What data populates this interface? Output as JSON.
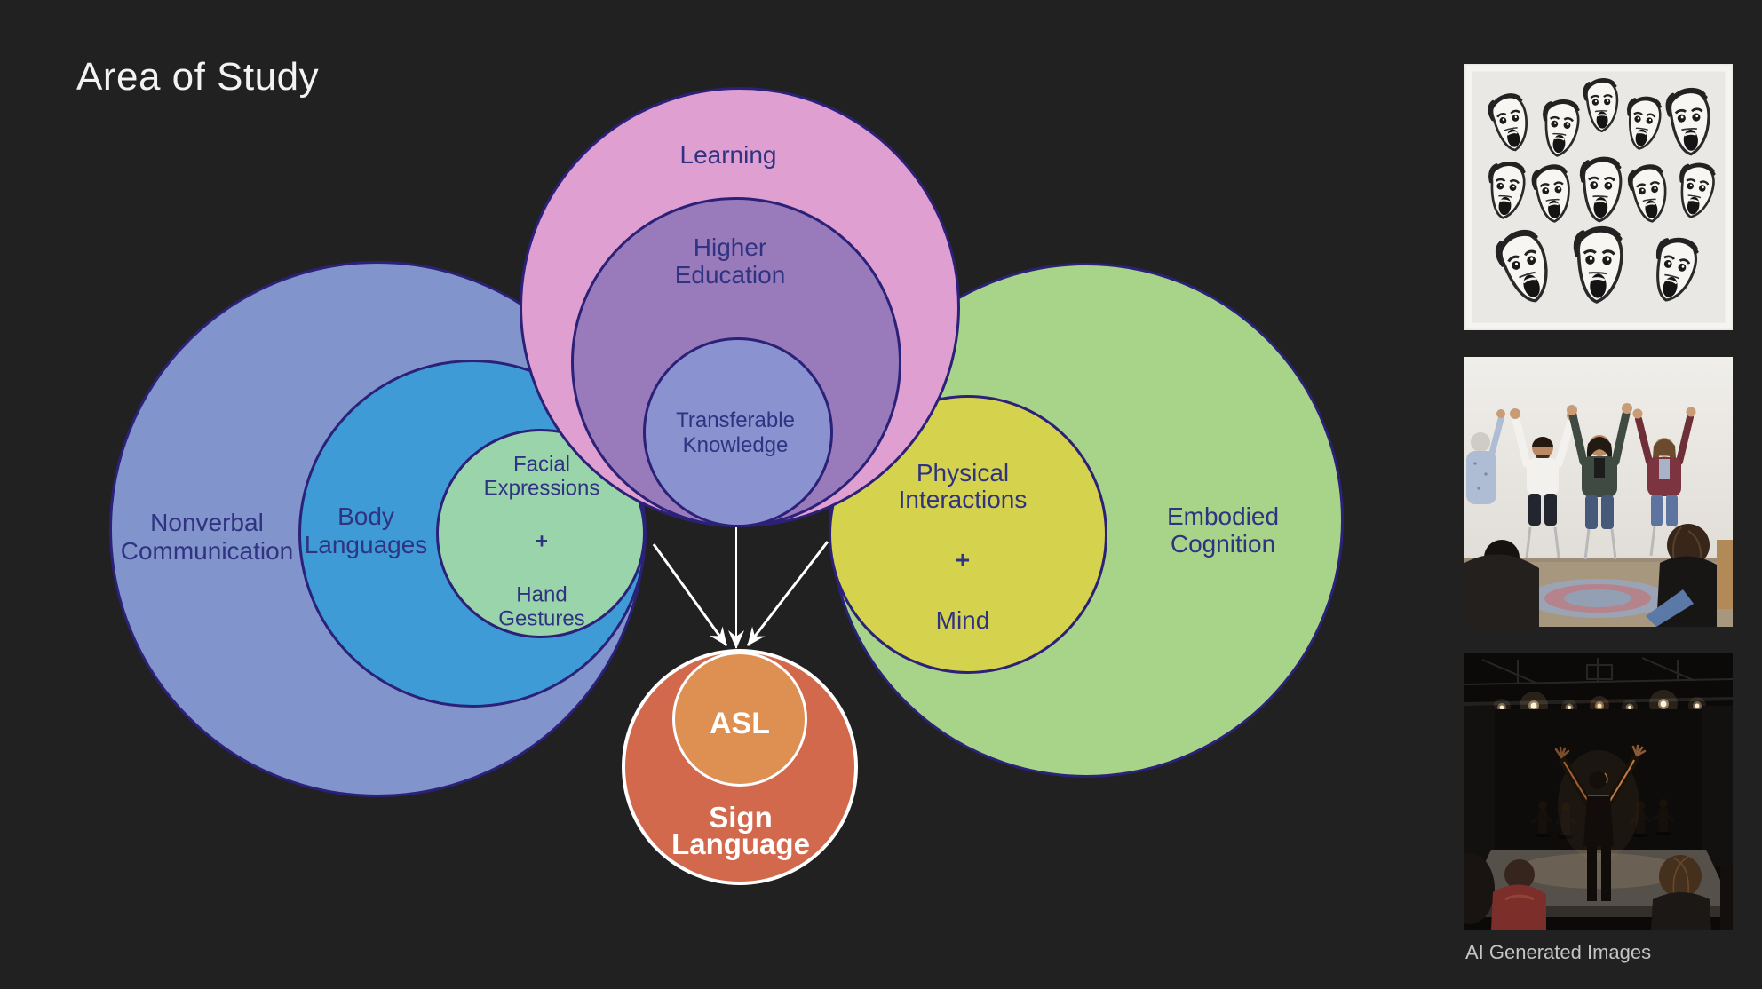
{
  "slide": {
    "title": "Area of Study",
    "background": "#212121"
  },
  "diagram": {
    "left_group": {
      "outer_label": "Nonverbal\nCommunication",
      "middle_label": "Body\nLanguages",
      "inner_label": {
        "top": "Facial\nExpressions",
        "plus": "+",
        "bottom": "Hand\nGestures"
      }
    },
    "top_group": {
      "outer_label": "Learning",
      "middle_label": "Higher\nEducation",
      "inner_label": "Transferable\nKnowledge"
    },
    "right_group": {
      "outer_label": "Embodied\nCognition",
      "inner_label": {
        "top": "Physical\nInteractions",
        "plus": "+",
        "bottom": "Mind"
      }
    },
    "center_group": {
      "outer_label": "Sign\nLanguage",
      "inner_label": "ASL"
    },
    "colors": {
      "nonverbal": "#8294cc",
      "body_languages": "#3f9bd5",
      "facial_gestures": "#99d4ab",
      "learning": "#df9fd0",
      "higher_education": "#997bbb",
      "transferable_knowledge": "#8b92d0",
      "embodied_cognition": "#a7d489",
      "physical_mind": "#d5d34d",
      "sign_language": "#d2684c",
      "asl": "#de9053",
      "outline": "#2b2178",
      "label_ink": "#2f3381",
      "arrow": "#ffffff"
    }
  },
  "gallery": {
    "caption": "AI Generated Images",
    "images": [
      {
        "alt": "black and white sketches of expressive shouting faces"
      },
      {
        "alt": "people seated in a circle raising their hands"
      },
      {
        "alt": "performer with raised arms facing a theater stage"
      }
    ]
  }
}
